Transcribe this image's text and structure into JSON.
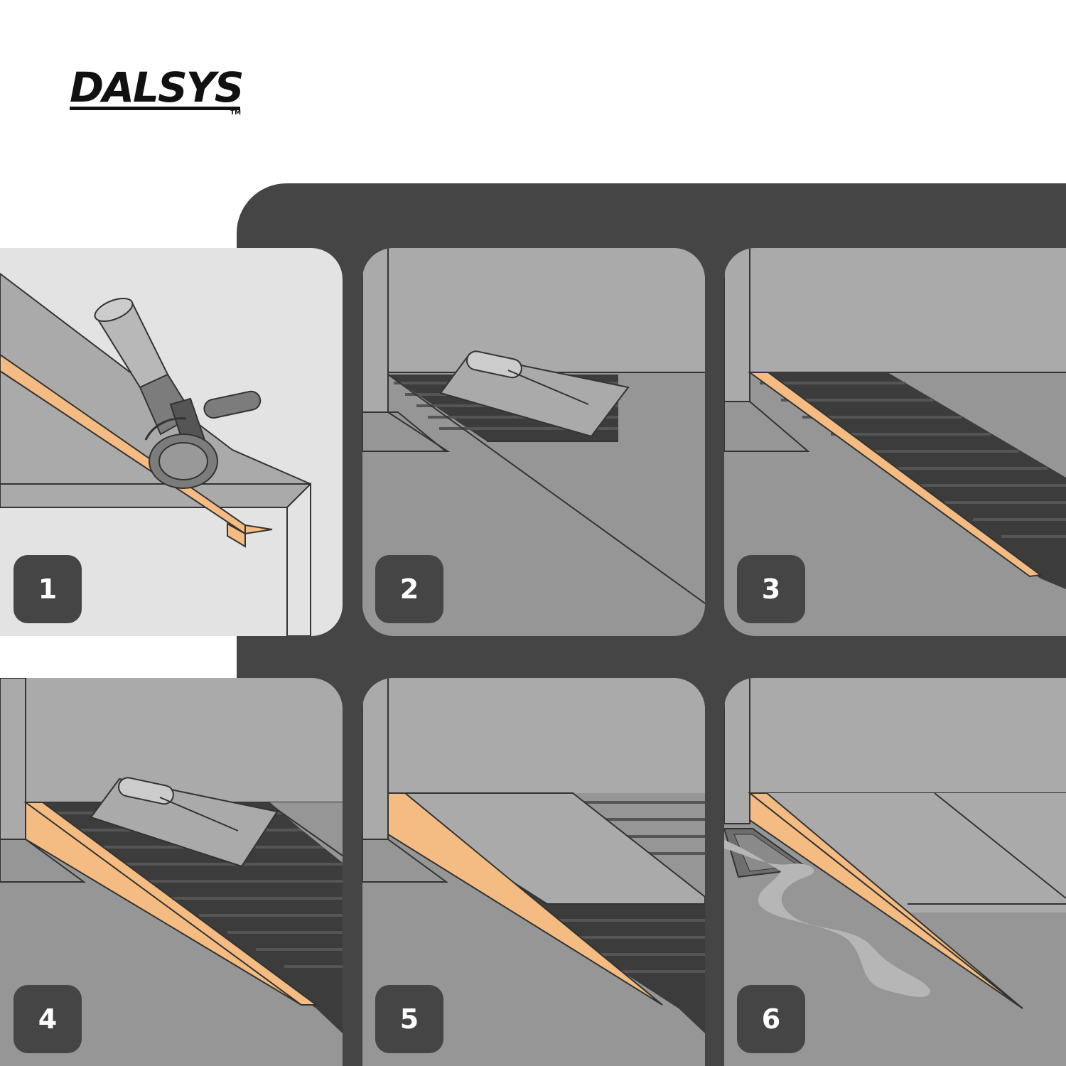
{
  "brand": {
    "logo_text": "DALSYS",
    "trademark": "TM"
  },
  "colors": {
    "background": "#ffffff",
    "frame": "#454545",
    "profile_orange": "#f4bc82",
    "wall_grey": "#aaaaaa",
    "floor_grey": "#969696",
    "adhesive_dark": "#3c3c3c",
    "badge_text": "#ffffff"
  },
  "steps": [
    {
      "number": "1",
      "icon": "angle-grinder-cutting-profile"
    },
    {
      "number": "2",
      "icon": "notched-trowel-spreading-adhesive"
    },
    {
      "number": "3",
      "icon": "profile-placed-in-adhesive"
    },
    {
      "number": "4",
      "icon": "trowel-adhesive-over-profile"
    },
    {
      "number": "5",
      "icon": "tile-laid-against-profile"
    },
    {
      "number": "6",
      "icon": "finished-shower-floor-with-water"
    }
  ]
}
